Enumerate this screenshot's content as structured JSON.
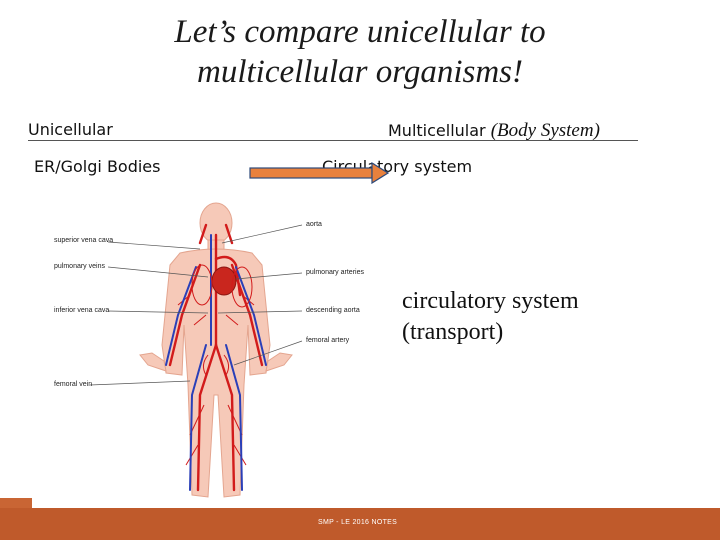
{
  "title": {
    "line1": "Let’s compare unicellular to",
    "line2": "multicellular organisms!"
  },
  "columns": {
    "left_header": "Unicellular",
    "right_header": "Multicellular",
    "right_note": "(Body System)"
  },
  "row": {
    "left": "ER/Golgi Bodies",
    "right": "Circulatory system"
  },
  "figure_labels": {
    "superior_vena_cava": "superior vena cava",
    "pulmonary_veins": "pulmonary veins",
    "inferior_vena_cava": "inferior vena cava",
    "femoral_vein": "femoral vein",
    "aorta": "aorta",
    "pulmonary_arteries": "pulmonary arteries",
    "descending_aorta": "descending aorta",
    "femoral_artery": "femoral artery"
  },
  "description": {
    "line1": "circulatory system",
    "line2": "(transport)"
  },
  "footer": {
    "text": "SMP - LE 2016 NOTES"
  },
  "colors": {
    "accent": "#bf5a2b",
    "arteries": "#d21b1b",
    "veins": "#2a3fb8",
    "skin": "#f6c9b8"
  }
}
